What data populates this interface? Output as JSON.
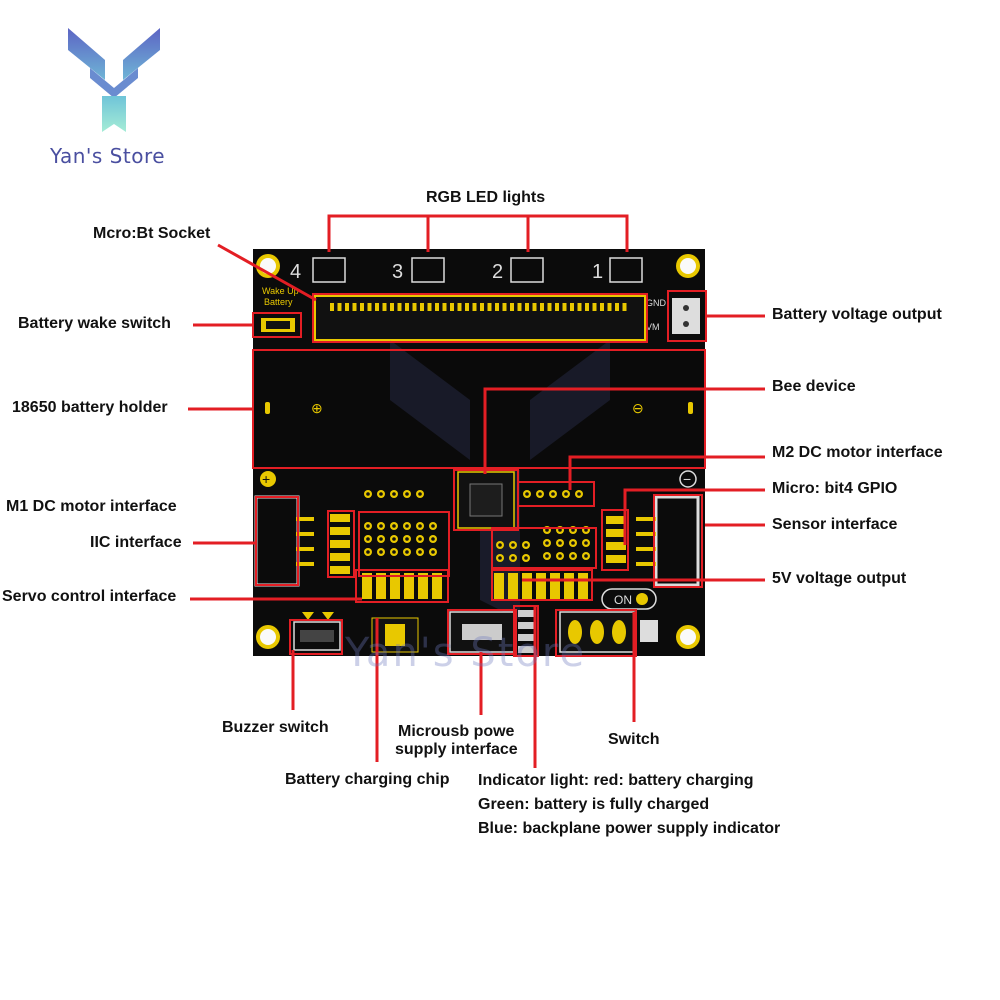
{
  "brand": {
    "name": "Yan's Store",
    "logo_icon": "y-logo-icon",
    "colors": {
      "logo_top": "#5c64c4",
      "logo_stem": "#7ed8c8",
      "text": "#4a4fa0"
    }
  },
  "board": {
    "colors": {
      "pcb": "#0b0b0b",
      "gold": "#e8c800",
      "callout": "#e31e24"
    },
    "led_numbers": [
      "4",
      "3",
      "2",
      "1"
    ],
    "silk": {
      "wake_up_battery": "Wake Up\nBattery",
      "gnd": "GND",
      "vm": "VM",
      "on": "ON",
      "plus": "+",
      "minus": "−"
    }
  },
  "labels": {
    "rgb_led_lights": "RGB LED lights",
    "microbit_socket": "Mcro:Bt Socket",
    "battery_wake_switch": "Battery wake switch",
    "battery_holder": "18650 battery holder",
    "m1_motor": "M1 DC motor interface",
    "iic": "IIC interface",
    "servo": "Servo control interface",
    "battery_voltage_output": "Battery voltage output",
    "bee_device": "Bee device",
    "m2_motor": "M2 DC motor interface",
    "gpio": "Micro: bit4 GPIO",
    "sensor": "Sensor interface",
    "v5_output": "5V voltage output",
    "buzzer_switch": "Buzzer switch",
    "charging_chip": "Battery charging chip",
    "microusb_line1": "Microusb powe",
    "microusb_line2": "supply interface",
    "switch": "Switch",
    "indicator_line1": "Indicator light: red: battery charging",
    "indicator_line2": "Green: battery is fully charged",
    "indicator_line3": "Blue: backplane power supply indicator"
  },
  "watermark": "Yan's Store"
}
